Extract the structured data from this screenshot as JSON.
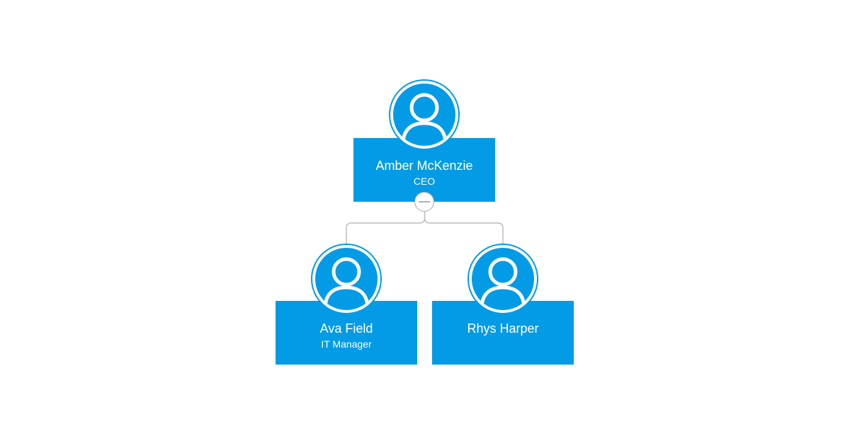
{
  "colors": {
    "node_fill": "#039be5",
    "avatar_ring": "#ffffff",
    "connector": "#bdbdbd",
    "text": "#ffffff"
  },
  "nodes": {
    "root": {
      "name": "Amber McKenzie",
      "title": "CEO",
      "avatar_icon": "user-icon"
    },
    "child1": {
      "name": "Ava Field",
      "title": "IT Manager",
      "avatar_icon": "user-icon"
    },
    "child2": {
      "name": "Rhys Harper",
      "title": "",
      "avatar_icon": "user-icon"
    }
  },
  "root_collapse_icon": "minus-icon"
}
